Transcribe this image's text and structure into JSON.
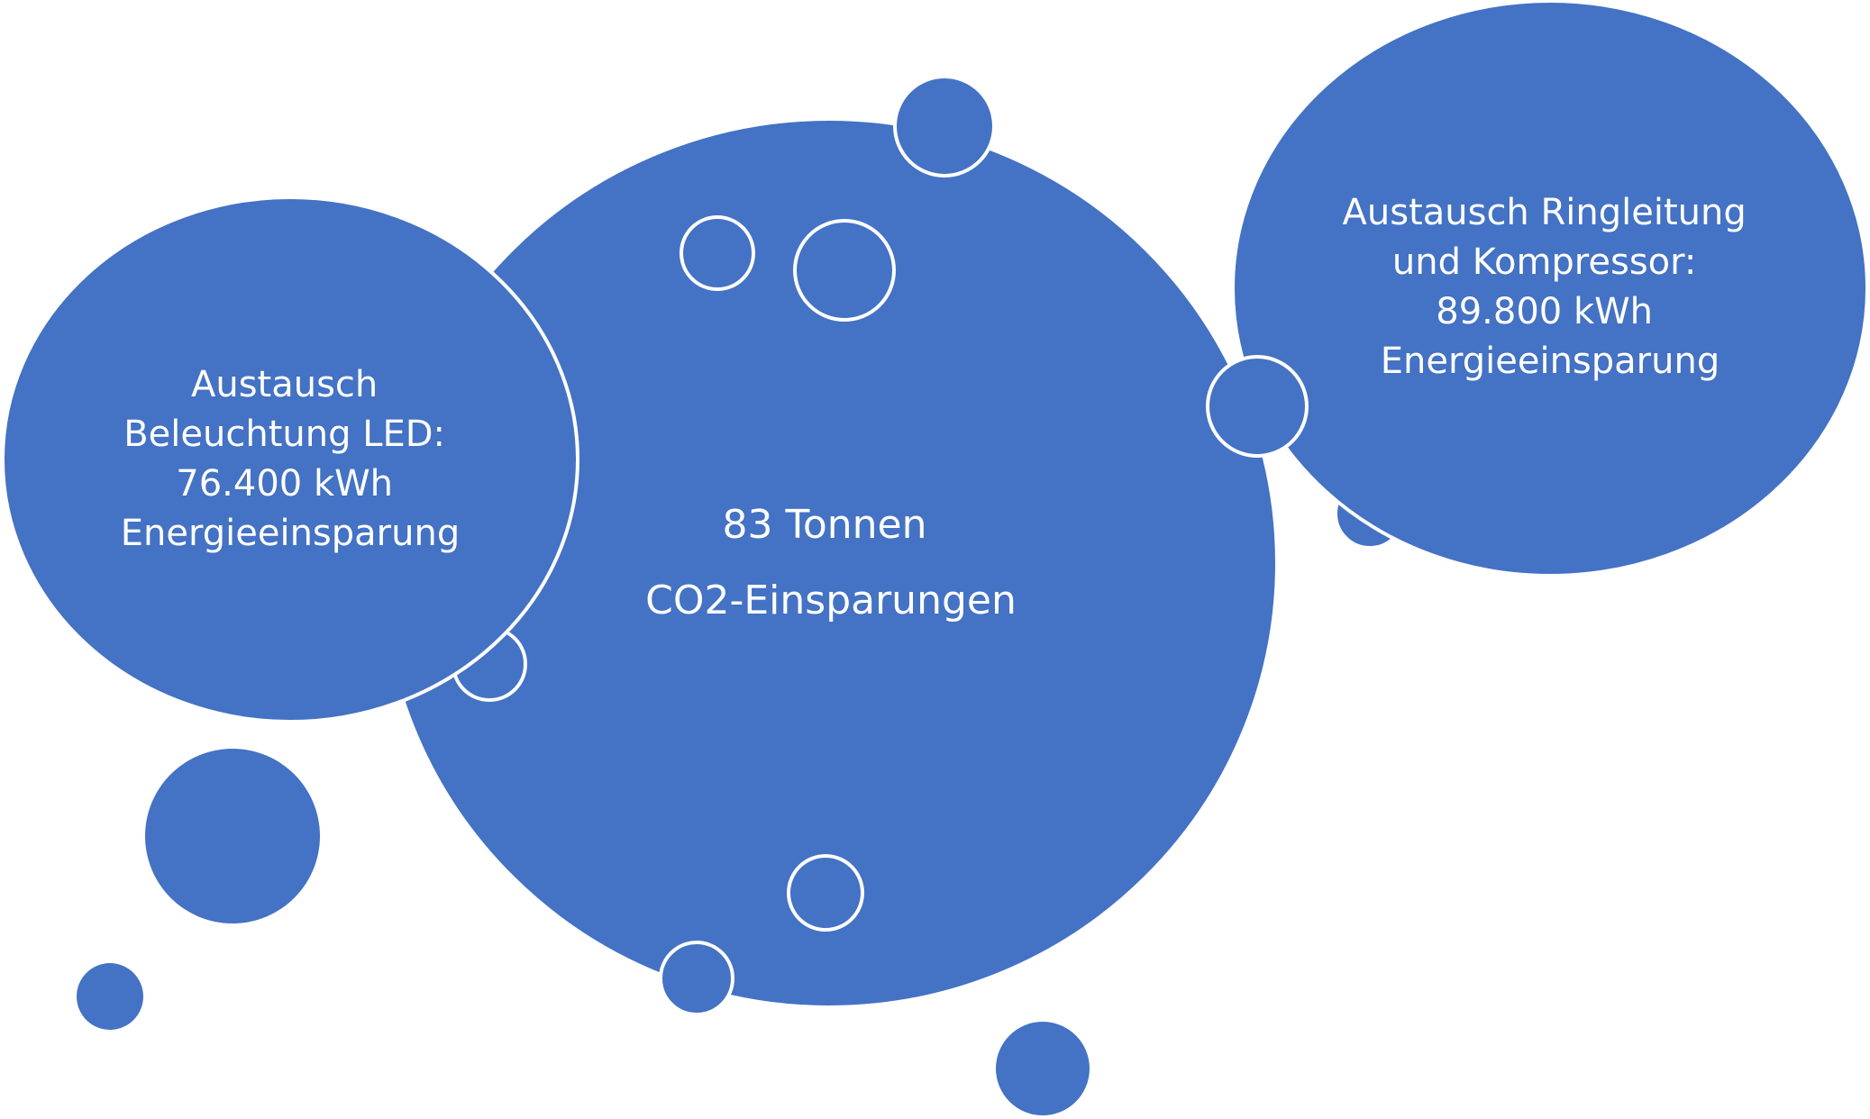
{
  "colors": {
    "bubble_fill": "#4472C4",
    "outline": "#ffffff",
    "background": "#ffffff"
  },
  "left_bubble": {
    "lines": [
      "Austausch",
      "Beleuchtung LED:",
      "76.400 kWh",
      "Energieeinsparung"
    ]
  },
  "center_bubble": {
    "lines": [
      "83 Tonnen",
      "CO2-Einsparungen"
    ]
  },
  "right_bubble": {
    "lines": [
      "Austausch Ringleitung",
      "und Kompressor:",
      "89.800 kWh",
      "Energieeinsparung"
    ]
  }
}
